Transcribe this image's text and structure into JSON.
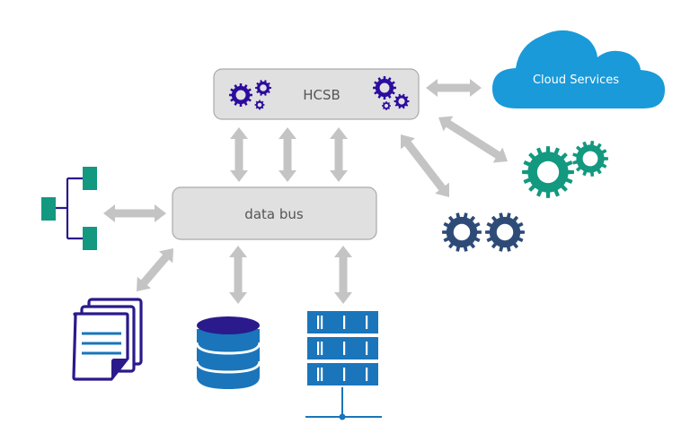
{
  "diagram": {
    "hub": {
      "label": "HCSB"
    },
    "bus": {
      "label": "data bus"
    },
    "cloud": {
      "label": "Cloud Services"
    },
    "nodes": [
      {
        "id": "hierarchy",
        "icon": "hierarchy-tree-icon"
      },
      {
        "id": "documents",
        "icon": "documents-icon"
      },
      {
        "id": "database",
        "icon": "database-icon"
      },
      {
        "id": "server",
        "icon": "server-rack-icon"
      },
      {
        "id": "teal-gears",
        "icon": "gears-icon"
      },
      {
        "id": "navy-gears",
        "icon": "gears-icon"
      }
    ],
    "connections": [
      {
        "from": "HCSB",
        "to": "data bus",
        "count": 3
      },
      {
        "from": "HCSB",
        "to": "Cloud Services"
      },
      {
        "from": "HCSB",
        "to": "teal-gears"
      },
      {
        "from": "HCSB",
        "to": "navy-gears"
      },
      {
        "from": "data bus",
        "to": "hierarchy"
      },
      {
        "from": "data bus",
        "to": "documents"
      },
      {
        "from": "data bus",
        "to": "database"
      },
      {
        "from": "data bus",
        "to": "server"
      }
    ]
  },
  "colors": {
    "box_fill": "#e0e0e0",
    "box_stroke": "#a9a9a9",
    "arrow": "#c4c4c4",
    "hub_gears": "#2c0c9e",
    "cloud": "#1a9ad9",
    "teal": "#129980",
    "navy_gears": "#2e4b78",
    "blue": "#1a75bb",
    "doc_stroke": "#2a1a8c"
  }
}
